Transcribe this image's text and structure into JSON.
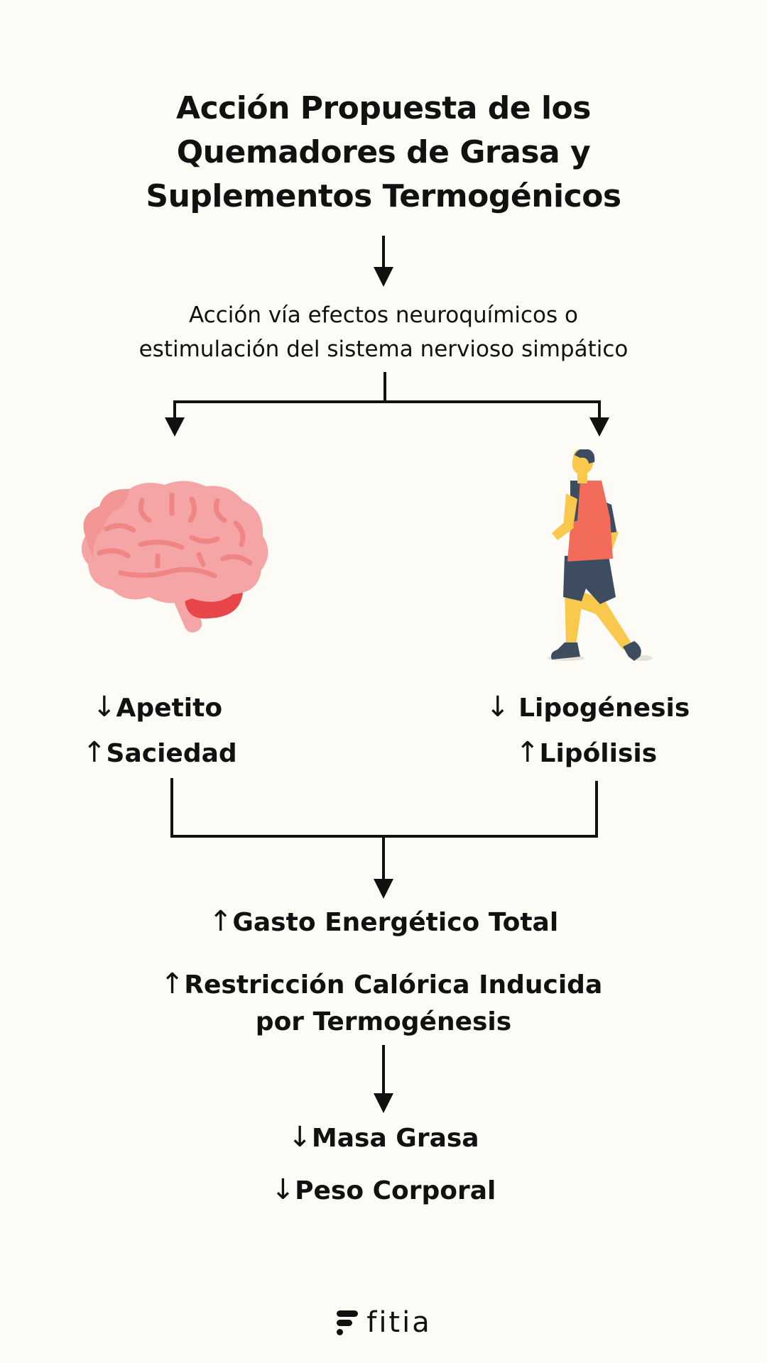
{
  "title_lines": [
    "Acción Propuesta de los",
    "Quemadores de Grasa y",
    "Suplementos Termogénicos"
  ],
  "mechanism_lines": [
    "Acción vía efectos neuroquímicos o",
    "estimulación del sistema nervioso simpático"
  ],
  "arrow_up": "↑",
  "arrow_down": "↓",
  "left_branch": {
    "icon": "brain-icon",
    "effect_1": "Apetito",
    "effect_2": "Saciedad"
  },
  "right_branch": {
    "icon": "runner-icon",
    "effect_1": "Lipogénesis",
    "effect_2": "Lipólisis"
  },
  "outcome_1": "Gasto Energético Total",
  "outcome_2_lines": [
    "Restricción Calórica Inducida",
    "por Termogénesis"
  ],
  "result_1": "Masa Grasa",
  "result_2": "Peso Corporal",
  "brand": {
    "name": "fitia",
    "icon": "fitia-logo-icon"
  },
  "colors": {
    "background": "#FDFBF5",
    "text": "#111111",
    "brain_pink": "#F5A5A5",
    "brain_dark": "#E8474A",
    "runner_shirt": "#F26B5B",
    "runner_skin": "#F9C94E",
    "runner_dark": "#3D4C5F"
  }
}
